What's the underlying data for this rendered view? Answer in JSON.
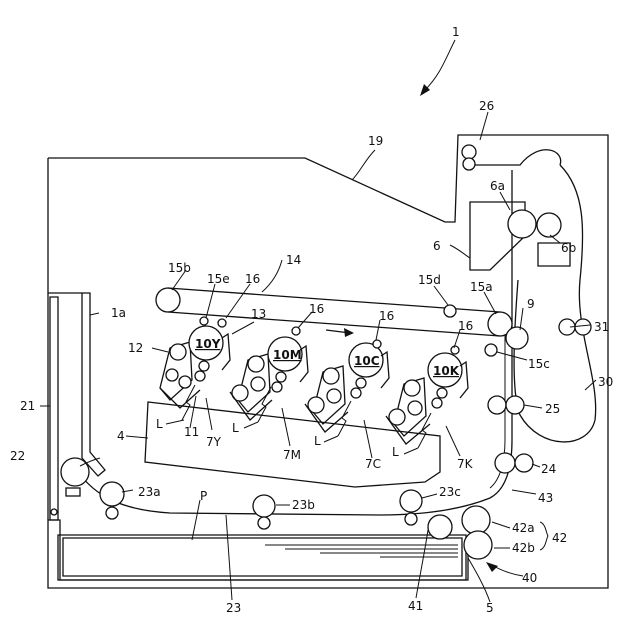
{
  "labels": {
    "printer": "1",
    "frame_1a": "1a",
    "fixing_unit": "6",
    "fixing_roller_6a": "6a",
    "pressure_roller_6b": "6b",
    "exposure_unit": "4",
    "pair_9": "9",
    "transfer_roller": "11",
    "charger_12": "12",
    "cleaner_13": "13",
    "belt_14": "14",
    "roller_15a": "15a",
    "roller_15b": "15b",
    "roller_15c": "15c",
    "roller_15d": "15d",
    "roller_15e": "15e",
    "sensor_16": "16",
    "cover_19": "19",
    "tray_21": "21",
    "feed_22": "22",
    "path_23": "23",
    "roller_23a": "23a",
    "roller_23b": "23b",
    "roller_23c": "23c",
    "roller_24": "24",
    "roller_25": "25",
    "exit_26": "26",
    "duplex_30": "30",
    "roller_31": "31",
    "cassette_40": "40",
    "pickup_41": "41",
    "separation_42": "42",
    "roller_42a": "42a",
    "roller_42b": "42b",
    "path_43": "43",
    "sheet_5": "5",
    "paper_p": "P",
    "light_l": "L",
    "drum_10y": "10Y",
    "drum_10m": "10M",
    "drum_10c": "10C",
    "drum_10k": "10K",
    "unit_7y": "7Y",
    "unit_7m": "7M",
    "unit_7c": "7C",
    "unit_7k": "7K"
  }
}
